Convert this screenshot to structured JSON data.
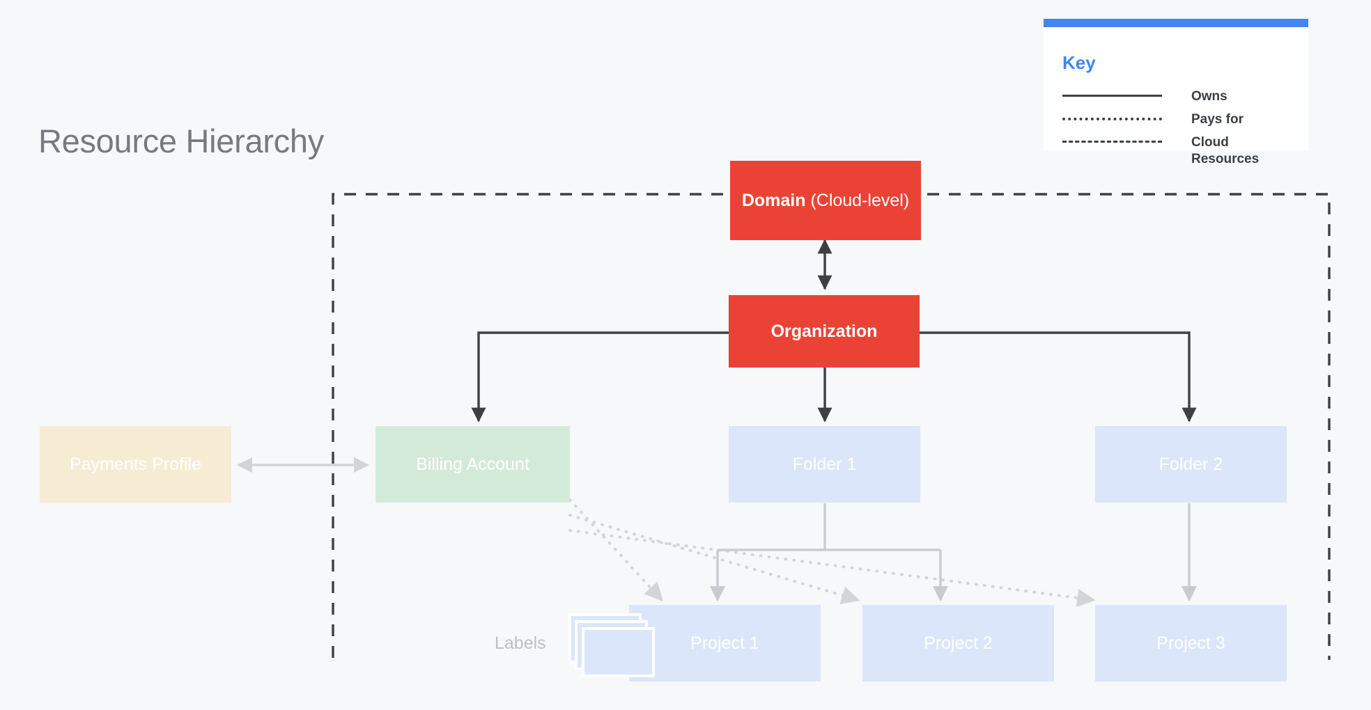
{
  "page": {
    "title": "Resource Hierarchy",
    "background_color": "#F6F8FA"
  },
  "key": {
    "title": "Key",
    "accent_color": "#4285F4",
    "items": [
      {
        "style": "solid",
        "label": "Owns"
      },
      {
        "style": "dotted",
        "label": "Pays for"
      },
      {
        "style": "dashed",
        "label": "Cloud\nResources"
      }
    ]
  },
  "nodes": {
    "domain": {
      "label_bold": "Domain",
      "label_regular": " (Cloud-level)",
      "color": "#EA4335"
    },
    "organization": {
      "label": "Organization",
      "color": "#EA4335"
    },
    "payments_profile": {
      "label": "Payments Profile",
      "color": "#F6ECD4"
    },
    "billing_account": {
      "label": "Billing Account",
      "color": "#D4EAD8"
    },
    "folder1": {
      "label": "Folder 1",
      "color": "#DBE6FA"
    },
    "folder2": {
      "label": "Folder 2",
      "color": "#DBE6FA"
    },
    "project1": {
      "label": "Project 1",
      "color": "#DBE6FA"
    },
    "project2": {
      "label": "Project 2",
      "color": "#DBE6FA"
    },
    "project3": {
      "label": "Project 3",
      "color": "#DBE6FA"
    }
  },
  "annotations": {
    "labels": "Labels"
  },
  "chart_data": {
    "type": "diagram",
    "title": "Resource Hierarchy",
    "diagram_kind": "hierarchy-tree",
    "cloud_resources_boundary": {
      "style": "dashed",
      "color": "#3C4043",
      "contains": [
        "Domain (Cloud-level)",
        "Organization",
        "Billing Account",
        "Folder 1",
        "Folder 2",
        "Project 1",
        "Project 2",
        "Project 3",
        "Labels"
      ],
      "excludes": [
        "Payments Profile"
      ]
    },
    "edges": [
      {
        "from": "Domain (Cloud-level)",
        "to": "Organization",
        "relation": "Owns",
        "style": "solid",
        "arrow": "double",
        "color": "#3C4043"
      },
      {
        "from": "Organization",
        "to": "Billing Account",
        "relation": "Owns",
        "style": "solid",
        "arrow": "single",
        "color": "#3C4043"
      },
      {
        "from": "Organization",
        "to": "Folder 1",
        "relation": "Owns",
        "style": "solid",
        "arrow": "single",
        "color": "#3C4043"
      },
      {
        "from": "Organization",
        "to": "Folder 2",
        "relation": "Owns",
        "style": "solid",
        "arrow": "single",
        "color": "#3C4043"
      },
      {
        "from": "Payments Profile",
        "to": "Billing Account",
        "relation": "Pays for",
        "style": "solid",
        "arrow": "double",
        "color": "#D2D5D8"
      },
      {
        "from": "Billing Account",
        "to": "Project 1",
        "relation": "Pays for",
        "style": "dotted",
        "arrow": "single",
        "color": "#D2D5D8"
      },
      {
        "from": "Billing Account",
        "to": "Project 2",
        "relation": "Pays for",
        "style": "dotted",
        "arrow": "single",
        "color": "#D2D5D8"
      },
      {
        "from": "Billing Account",
        "to": "Project 3",
        "relation": "Pays for",
        "style": "dotted",
        "arrow": "single",
        "color": "#D2D5D8"
      },
      {
        "from": "Folder 1",
        "to": "Project 1",
        "relation": "Owns",
        "style": "solid",
        "arrow": "single",
        "color": "#C8CCD0"
      },
      {
        "from": "Folder 1",
        "to": "Project 2",
        "relation": "Owns",
        "style": "solid",
        "arrow": "single",
        "color": "#C8CCD0"
      },
      {
        "from": "Folder 2",
        "to": "Project 3",
        "relation": "Owns",
        "style": "solid",
        "arrow": "single",
        "color": "#C8CCD0"
      }
    ]
  }
}
